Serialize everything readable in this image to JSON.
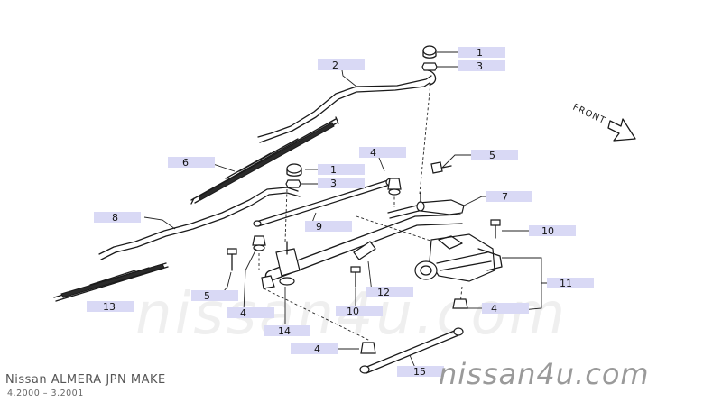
{
  "diagram": {
    "front_label": "FRONT",
    "callouts": [
      {
        "id": "c1a",
        "num": "1"
      },
      {
        "id": "c3a",
        "num": "3"
      },
      {
        "id": "c2",
        "num": "2"
      },
      {
        "id": "c6",
        "num": "6"
      },
      {
        "id": "c1b",
        "num": "1"
      },
      {
        "id": "c3b",
        "num": "3"
      },
      {
        "id": "c4a",
        "num": "4"
      },
      {
        "id": "c5a",
        "num": "5"
      },
      {
        "id": "c7",
        "num": "7"
      },
      {
        "id": "c8",
        "num": "8"
      },
      {
        "id": "c9",
        "num": "9"
      },
      {
        "id": "c10a",
        "num": "10"
      },
      {
        "id": "c11",
        "num": "11"
      },
      {
        "id": "c5b",
        "num": "5"
      },
      {
        "id": "c4b",
        "num": "4"
      },
      {
        "id": "c12",
        "num": "12"
      },
      {
        "id": "c10b",
        "num": "10"
      },
      {
        "id": "c4c",
        "num": "4"
      },
      {
        "id": "c13",
        "num": "13"
      },
      {
        "id": "c14",
        "num": "14"
      },
      {
        "id": "c4d",
        "num": "4"
      },
      {
        "id": "c15",
        "num": "15"
      }
    ]
  },
  "footer": {
    "title": "Nissan  ALMERA  JPN  MAKE",
    "dates": "4.2000  –  3.2001"
  },
  "watermark": {
    "bottom": "nissan4u.com",
    "center": "nissan4u.com"
  }
}
